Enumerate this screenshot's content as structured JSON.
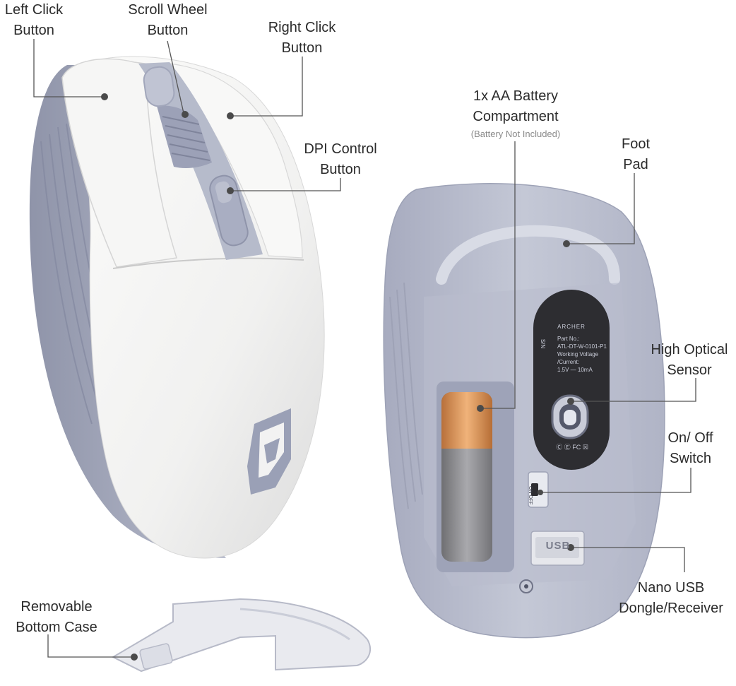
{
  "labels": {
    "left_click": [
      "Left Click",
      "Button"
    ],
    "scroll_wheel": [
      "Scroll Wheel",
      "Button"
    ],
    "right_click": [
      "Right Click",
      "Button"
    ],
    "dpi": [
      "DPI Control",
      "Button"
    ],
    "battery": [
      "1x AA Battery",
      "Compartment"
    ],
    "battery_note": "(Battery Not Included)",
    "foot_pad": [
      "Foot",
      "Pad"
    ],
    "sensor": [
      "High Optical",
      "Sensor"
    ],
    "switch": [
      "On/ Off",
      "Switch"
    ],
    "usb": [
      "Nano USB",
      "Dongle/Receiver"
    ],
    "bottom_case": [
      "Removable",
      "Bottom Case"
    ]
  },
  "device": {
    "brand": "ARCHER",
    "part_lines": [
      "Part No.:",
      "ATL-DT-W-0101-P1",
      "Working Voltage",
      "/Current:",
      "1.5V — 10mA"
    ],
    "sn": "S/N",
    "switch_text": "ON OFF",
    "usb_text": "USB",
    "cert_marks": "Ⓒ Ⓔ FC ☒"
  },
  "colors": {
    "mouse_white": "#f4f4f3",
    "lavender": "#aeb3c6",
    "lavender_dark": "#9298ae",
    "sticker": "#2d2d31",
    "leader": "#555555"
  }
}
